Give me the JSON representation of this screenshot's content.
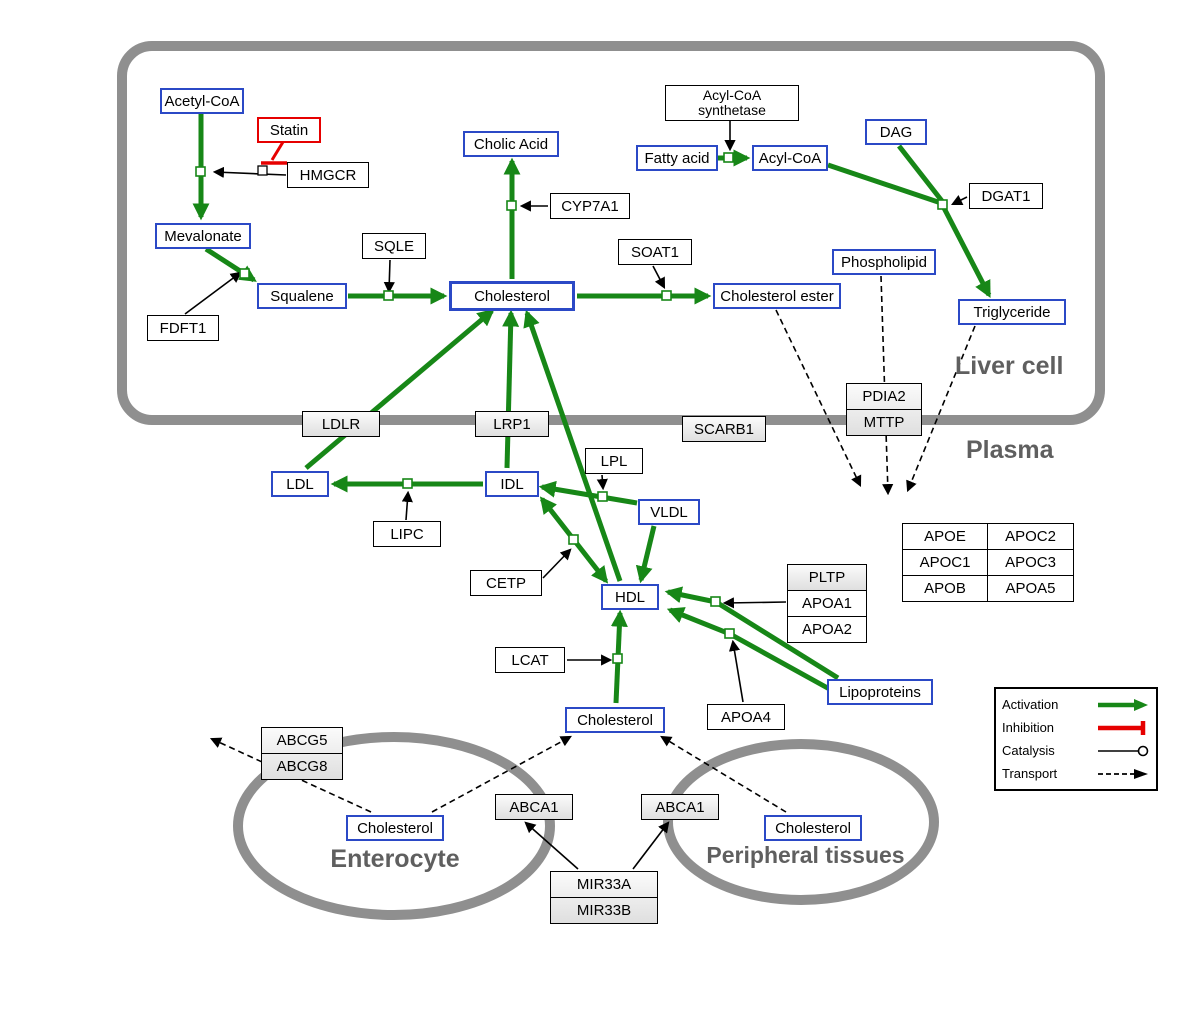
{
  "colors": {
    "activation": "#178717",
    "inhibition": "#e60000",
    "metabolite_border": "#2b49c6",
    "membrane": "#8f8f8f"
  },
  "compartments": {
    "liver": "Liver cell",
    "plasma": "Plasma",
    "enterocyte": "Enterocyte",
    "peripheral": "Peripheral tissues"
  },
  "nodes": {
    "acetyl_coa": "Acetyl-CoA",
    "statin": "Statin",
    "hmgcr": "HMGCR",
    "mevalonate": "Mevalonate",
    "fdft1": "FDFT1",
    "squalene": "Squalene",
    "sqle": "SQLE",
    "cholic_acid": "Cholic Acid",
    "cyp7a1": "CYP7A1",
    "cholesterol_liver": "Cholesterol",
    "soat1": "SOAT1",
    "cholesterol_ester": "Cholesterol ester",
    "acyl_coa_synthetase_line1": "Acyl-CoA",
    "acyl_coa_synthetase_line2": "synthetase",
    "fatty_acid": "Fatty acid",
    "acyl_coa": "Acyl-CoA",
    "dag": "DAG",
    "dgat1": "DGAT1",
    "phospholipid": "Phospholipid",
    "triglyceride": "Triglyceride",
    "ldlr": "LDLR",
    "lrp1": "LRP1",
    "scarb1": "SCARB1",
    "ldl": "LDL",
    "idl": "IDL",
    "lpl": "LPL",
    "vldl": "VLDL",
    "lipc": "LIPC",
    "cetp": "CETP",
    "hdl": "HDL",
    "lcat": "LCAT",
    "apoa4": "APOA4",
    "lipoproteins": "Lipoproteins",
    "cholesterol_plasma": "Cholesterol",
    "cholesterol_enterocyte": "Cholesterol",
    "cholesterol_peripheral": "Cholesterol",
    "abca1_left": "ABCA1",
    "abca1_right": "ABCA1"
  },
  "stacks": {
    "pdia2_mttp": [
      "PDIA2",
      "MTTP"
    ],
    "abcg": [
      "ABCG5",
      "ABCG8"
    ],
    "pltp": [
      "PLTP",
      "APOA1",
      "APOA2"
    ],
    "mir33": [
      "MIR33A",
      "MIR33B"
    ],
    "apo_table": [
      [
        "APOE",
        "APOC2"
      ],
      [
        "APOC1",
        "APOC3"
      ],
      [
        "APOB",
        "APOA5"
      ]
    ]
  },
  "legend": {
    "activation": "Activation",
    "inhibition": "Inhibition",
    "catalysis": "Catalysis",
    "transport": "Transport"
  }
}
